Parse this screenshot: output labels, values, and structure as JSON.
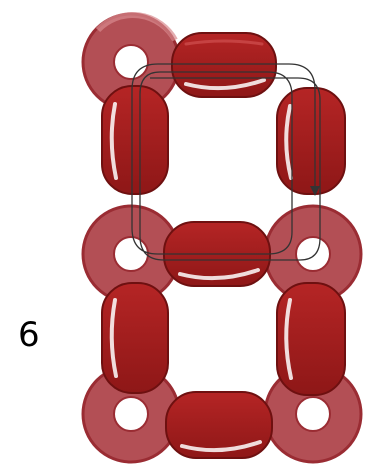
{
  "digit_label": "6",
  "colors": {
    "segment": "#9e1c1c",
    "segment_highlight": "#ffffff",
    "ring": "#b34f55",
    "ring_dark": "#9a2c33",
    "hole": "#ffffff",
    "path_line": "#333333"
  },
  "rings": [
    {
      "name": "ring-top-left"
    },
    {
      "name": "ring-mid-left"
    },
    {
      "name": "ring-mid-right"
    },
    {
      "name": "ring-bottom-left"
    },
    {
      "name": "ring-bottom-right"
    }
  ],
  "segments": [
    {
      "name": "segment-top"
    },
    {
      "name": "segment-upper-left"
    },
    {
      "name": "segment-upper-right"
    },
    {
      "name": "segment-middle"
    },
    {
      "name": "segment-lower-left"
    },
    {
      "name": "segment-lower-right"
    },
    {
      "name": "segment-bottom"
    }
  ],
  "stroke_path": {
    "name": "stroke-order-path"
  }
}
